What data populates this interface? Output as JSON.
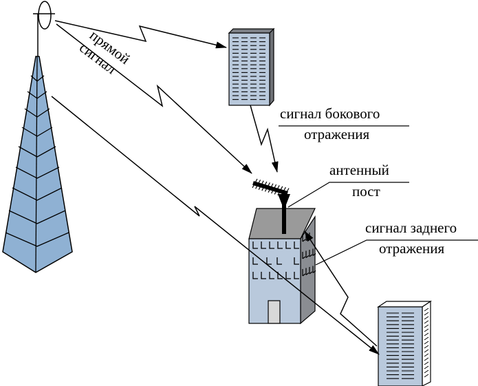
{
  "labels": {
    "direct_signal_line1": "прямой",
    "direct_signal_line2": "сигнал",
    "side_reflection_line1": "сигнал бокового",
    "side_reflection_line2": "отражения",
    "antenna_post_line1": "антенный",
    "antenna_post_line2": "пост",
    "back_reflection_line1": "сигнал заднего",
    "back_reflection_line2": "отражения"
  },
  "colors": {
    "building_front": "#b9c9dc",
    "building_roof": "#9a9a9a",
    "building_side": "#8a8d92",
    "tower_fill": "#8fb1d3",
    "door": "#d8d8d8",
    "line": "#000000"
  }
}
